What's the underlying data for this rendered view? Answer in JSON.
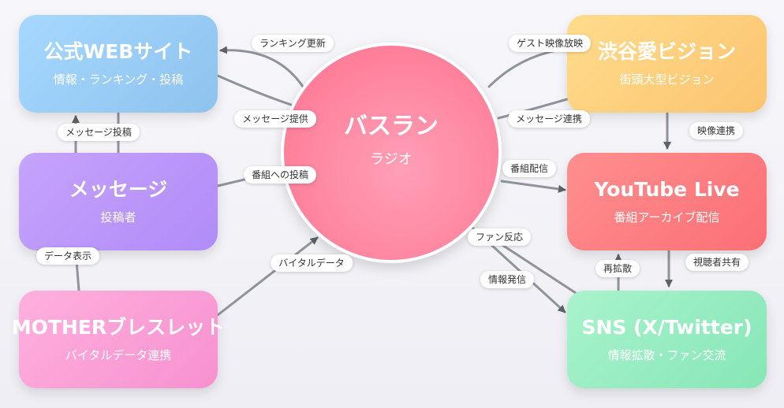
{
  "center": {
    "title": "バスラン",
    "subtitle": "ラジオ"
  },
  "nodes": {
    "web": {
      "title": "公式WEBサイト",
      "subtitle": "情報・ランキング・投稿"
    },
    "shibuya": {
      "title": "渋谷愛ビジョン",
      "subtitle": "街頭大型ビジョン"
    },
    "message": {
      "title": "メッセージ",
      "subtitle": "投稿者"
    },
    "youtube": {
      "title": "YouTube Live",
      "subtitle": "番組アーカイブ配信"
    },
    "mother": {
      "title": "MOTHERブレスレット",
      "subtitle": "バイタルデータ連携"
    },
    "sns": {
      "title": "SNS (X/Twitter)",
      "subtitle": "情報拡散・ファン交流"
    }
  },
  "edge_labels": {
    "ranking_update": "ランキング更新",
    "message_provide": "メッセージ提供",
    "message_post": "メッセージ投稿",
    "program_post": "番組への投稿",
    "data_display": "データ表示",
    "vital_data": "バイタルデータ",
    "guest_video": "ゲスト映像放映",
    "message_link": "メッセージ連携",
    "video_link": "映像連携",
    "program_stream": "番組配信",
    "fan_reaction": "ファン反応",
    "info_send": "情報発信",
    "respread": "再拡散",
    "viewer_share": "視聴者共有"
  },
  "colors": {
    "edge": "#8f949b",
    "arrow": "#5d636a"
  }
}
